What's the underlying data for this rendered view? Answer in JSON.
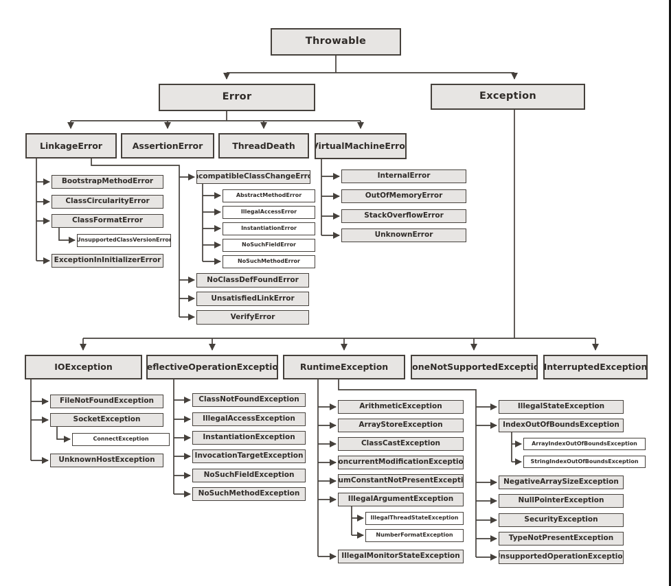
{
  "diagram": {
    "type": "class-hierarchy-tree",
    "subject": "Java Throwable hierarchy",
    "colors": {
      "background": "#ffffff",
      "box_fill": "#e7e5e3",
      "box_fill_sub": "#ffffff",
      "box_border": "#45403b",
      "line": "#45403b",
      "text": "#2f2b28",
      "page_edge": "#141414"
    },
    "nodes": {
      "throwable": {
        "label": "Throwable",
        "parent": null
      },
      "error": {
        "label": "Error",
        "parent": "Throwable"
      },
      "exception": {
        "label": "Exception",
        "parent": "Throwable"
      },
      "linkage_error": {
        "label": "LinkageError",
        "parent": "Error"
      },
      "assertion_error": {
        "label": "AssertionError",
        "parent": "Error"
      },
      "thread_death": {
        "label": "ThreadDeath",
        "parent": "Error"
      },
      "virtual_machine_error": {
        "label": "VirtualMachineError",
        "parent": "Error"
      },
      "bootstrap_method_error": {
        "label": "BootstrapMethodError",
        "parent": "LinkageError"
      },
      "class_circularity_error": {
        "label": "ClassCircularityError",
        "parent": "LinkageError"
      },
      "class_format_error": {
        "label": "ClassFormatError",
        "parent": "LinkageError"
      },
      "unsupported_class_version_error": {
        "label": "UnsupportedClassVersionError",
        "parent": "ClassFormatError"
      },
      "exception_in_initializer_error": {
        "label": "ExceptionInInitializerError",
        "parent": "LinkageError"
      },
      "incompatible_class_change_error": {
        "label": "IncompatibleClassChangeError",
        "parent": "LinkageError"
      },
      "abstract_method_error": {
        "label": "AbstractMethodError",
        "parent": "IncompatibleClassChangeError"
      },
      "illegal_access_error": {
        "label": "IllegalAccessError",
        "parent": "IncompatibleClassChangeError"
      },
      "instantiation_error": {
        "label": "InstantiationError",
        "parent": "IncompatibleClassChangeError"
      },
      "no_such_field_error": {
        "label": "NoSuchFieldError",
        "parent": "IncompatibleClassChangeError"
      },
      "no_such_method_error": {
        "label": "NoSuchMethodError",
        "parent": "IncompatibleClassChangeError"
      },
      "no_class_def_found_error": {
        "label": "NoClassDefFoundError",
        "parent": "LinkageError"
      },
      "unsatisfied_link_error": {
        "label": "UnsatisfiedLinkError",
        "parent": "LinkageError"
      },
      "verify_error": {
        "label": "VerifyError",
        "parent": "LinkageError"
      },
      "internal_error": {
        "label": "InternalError",
        "parent": "VirtualMachineError"
      },
      "out_of_memory_error": {
        "label": "OutOfMemoryError",
        "parent": "VirtualMachineError"
      },
      "stack_overflow_error": {
        "label": "StackOverflowError",
        "parent": "VirtualMachineError"
      },
      "unknown_error": {
        "label": "UnknownError",
        "parent": "VirtualMachineError"
      },
      "io_exception": {
        "label": "IOException",
        "parent": "Exception"
      },
      "reflective_operation_exception": {
        "label": "ReflectiveOperationException",
        "parent": "Exception"
      },
      "runtime_exception": {
        "label": "RuntimeException",
        "parent": "Exception"
      },
      "clone_not_supported_exception": {
        "label": "CloneNotSupportedException",
        "parent": "Exception"
      },
      "interrupted_exception": {
        "label": "InterruptedException",
        "parent": "Exception"
      },
      "file_not_found_exception": {
        "label": "FileNotFoundException",
        "parent": "IOException"
      },
      "socket_exception": {
        "label": "SocketException",
        "parent": "IOException"
      },
      "connect_exception": {
        "label": "ConnectException",
        "parent": "SocketException"
      },
      "unknown_host_exception": {
        "label": "UnknownHostException",
        "parent": "IOException"
      },
      "class_not_found_exception": {
        "label": "ClassNotFoundException",
        "parent": "ReflectiveOperationException"
      },
      "illegal_access_exception": {
        "label": "IllegalAccessException",
        "parent": "ReflectiveOperationException"
      },
      "instantiation_exception": {
        "label": "InstantiationException",
        "parent": "ReflectiveOperationException"
      },
      "invocation_target_exception": {
        "label": "InvocationTargetException",
        "parent": "ReflectiveOperationException"
      },
      "no_such_field_exception": {
        "label": "NoSuchFieldException",
        "parent": "ReflectiveOperationException"
      },
      "no_such_method_exception": {
        "label": "NoSuchMethodException",
        "parent": "ReflectiveOperationException"
      },
      "arithmetic_exception": {
        "label": "ArithmeticException",
        "parent": "RuntimeException"
      },
      "array_store_exception": {
        "label": "ArrayStoreException",
        "parent": "RuntimeException"
      },
      "class_cast_exception": {
        "label": "ClassCastException",
        "parent": "RuntimeException"
      },
      "concurrent_modification_exception": {
        "label": "ConcurrentModificationException",
        "parent": "RuntimeException"
      },
      "enum_constant_not_present_exception": {
        "label": "EnumConstantNotPresentException",
        "parent": "RuntimeException"
      },
      "illegal_argument_exception": {
        "label": "IllegalArgumentException",
        "parent": "RuntimeException"
      },
      "illegal_thread_state_exception": {
        "label": "IllegalThreadStateException",
        "parent": "IllegalArgumentException"
      },
      "number_format_exception": {
        "label": "NumberFormatException",
        "parent": "IllegalArgumentException"
      },
      "illegal_monitor_state_exception": {
        "label": "IllegalMonitorStateException",
        "parent": "RuntimeException"
      },
      "illegal_state_exception": {
        "label": "IllegalStateException",
        "parent": "RuntimeException"
      },
      "index_out_of_bounds_exception": {
        "label": "IndexOutOfBoundsException",
        "parent": "RuntimeException"
      },
      "array_index_out_of_bounds_exception": {
        "label": "ArrayIndexOutOfBoundsException",
        "parent": "IndexOutOfBoundsException"
      },
      "string_index_out_of_bounds_exception": {
        "label": "StringIndexOutOfBoundsException",
        "parent": "IndexOutOfBoundsException"
      },
      "negative_array_size_exception": {
        "label": "NegativeArraySizeException",
        "parent": "RuntimeException"
      },
      "null_pointer_exception": {
        "label": "NullPointerException",
        "parent": "RuntimeException"
      },
      "security_exception": {
        "label": "SecurityException",
        "parent": "RuntimeException"
      },
      "type_not_present_exception": {
        "label": "TypeNotPresentException",
        "parent": "RuntimeException"
      },
      "unsupported_operation_exception": {
        "label": "UnsupportedOperationException",
        "parent": "RuntimeException"
      }
    }
  }
}
